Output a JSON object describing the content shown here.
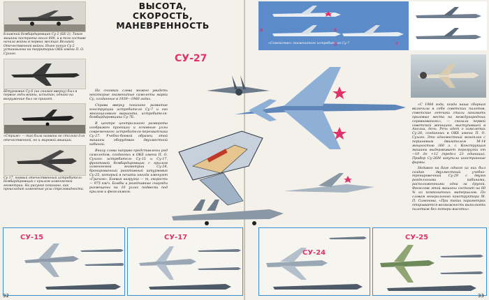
{
  "title": "ВЫСОТА,\nСКОРОСТЬ,\nМАНЕВРЕННОСТЬ",
  "left_captions": [
    "Ближний бомбардировщик Су-2 (ББ-2). Такая машина построена около 800, и в том составе начала войны в первых месяцах Великой Отечественной войны. Ныне копия Су-2 установлена на территории ОКБ имени П. О. Сухого.",
    "Штурмовик Су-6 (на снимке вверху) был в первые годы войны, испытан, однако на вооружение был не принят.",
    "«Стриж» — так была названа не столько для отечественной, но и мировой авиации.",
    "Су-17, первый отечественный истребитель-бомбардировщик с крылом изменяемой геометрии. На рисунке показано, как происходит изменение угла стреловидности."
  ],
  "middle_text": [
    "На снимках слева можно увидеть некоторые знаменитые самолеты марки Су, созданные в 1939—1960 годах.",
    "Справа вверху показано развитие конструкции истребителя Су-7 и его многоцелевого варианта, истребителя-бомбардировщика Су-7Б.",
    "В центре центрального разворота изображен проекции и основные узлы современного истребителя-перехватчика Су-27. Учебно-боевой образец этой машины оборудован двухместной кабиной.",
    "Внизу слева направо представлены ряд самолетов, созданных в ОКБ имени П. О. Сухого: истребитель Су-15 и Су-17, фронтовой бомбардировщик с крылом изменяемой геометрии Су-24, бронированный реактивный штурмовик Су-25, который в печати иногда именуют «Грачом». Боевая нагрузка — т, скорость — 975 км/ч. Бомбы и реактивные снаряды размещены на 10 узлах подвески под крылом и фюзеляжем."
  ],
  "right_text": [
    "«С 1984 года, когда наша сборная включила в себя советских пилотов, советские летчики стали занимать призовые места на международных соревнованиях», — сказала первой советской женщине, выступавшей в Англии, дочь. Речь идет о самолетах Су-26, созданных в ОКБ имени П. О. Сухого. Это одноместный моноплан с поршневым двигателем М-14 мощностью 360 л. с. Конструкция машины выдерживает перегрузки от −10 до +12 (предел 23 единицы). Прибор Су-26М закупила иностранные фирмы.",
    "Недавно на базе одного из них был создан двухместный учебно-тренировочный Су-29 с двумя раздельными кабинами, расположенными одна за другой. Фюзеляж этой машины состоит на 60 % из композитных материалов. По словам генерального конструктора М. П. Симонова, «При таких параметрах открывается возможность выполнять пилотаж без потери высоты»."
  ],
  "su27_label": "СУ-27",
  "band_caption": "«Семейство» знаменитого истребителя Су-7",
  "band_marks": [
    "А",
    "Б",
    "В",
    "Г"
  ],
  "bottom_labels": [
    "СУ-15",
    "СУ-17",
    "СУ-24",
    "СУ-25"
  ],
  "page_left": "32",
  "page_right": "33",
  "colors": {
    "accent": "#e0336b",
    "blue": "#3a8fd1",
    "sky": "#5b8cc9",
    "metal": "#b8c4d0",
    "dark": "#2b3440"
  }
}
